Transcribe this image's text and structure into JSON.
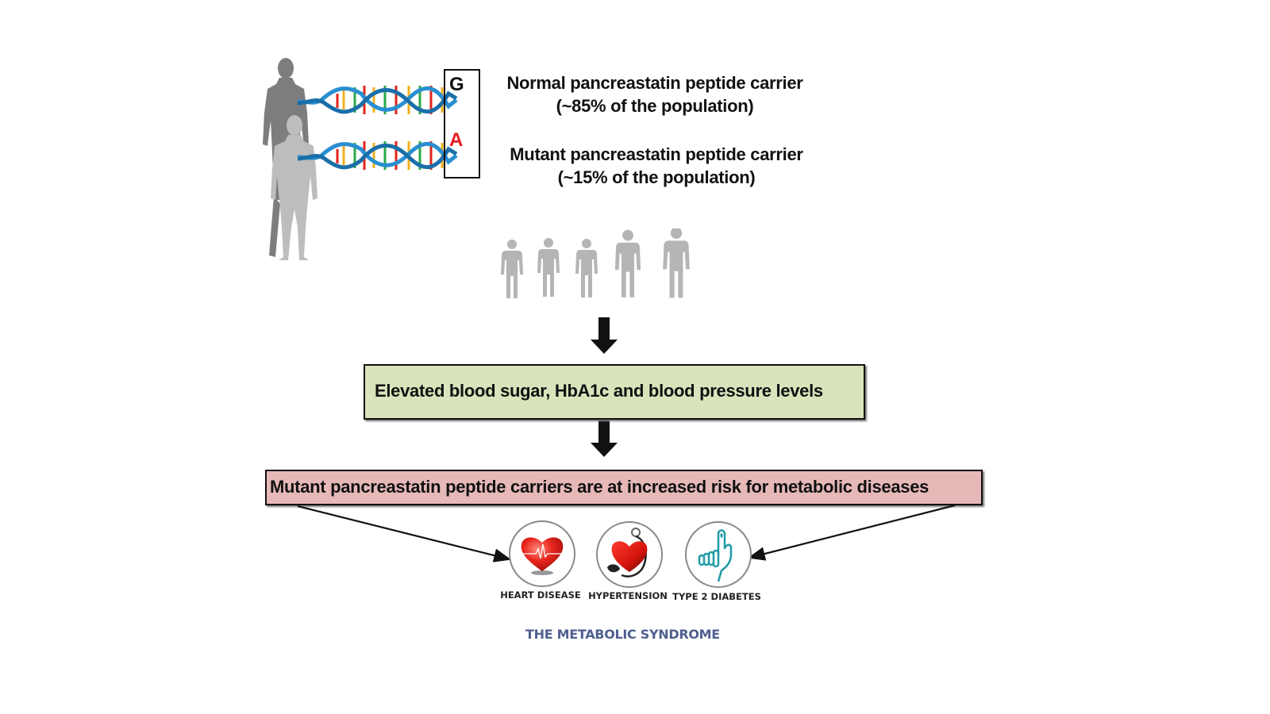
{
  "genotype": {
    "normal_allele": "G",
    "mutant_allele": "A",
    "normal_allele_color": "#111111",
    "mutant_allele_color": "#e8191f"
  },
  "carriers": [
    {
      "line1": "Normal pancreastatin peptide carrier",
      "line2": "(~85% of the population)",
      "share_percent": 85
    },
    {
      "line1": "Mutant pancreastatin peptide carrier",
      "line2": "(~15% of the population)",
      "share_percent": 15
    }
  ],
  "population_icon_count": 5,
  "effect_box": {
    "text": "Elevated blood sugar, HbA1c and blood pressure levels",
    "fill_color": "#d8e4bc"
  },
  "risk_box": {
    "text": "Mutant pancreastatin peptide carriers are at increased risk for metabolic diseases",
    "fill_color": "#e6b9b8"
  },
  "diseases": [
    {
      "label": "HEART DISEASE",
      "icon": "heart-ecg-icon"
    },
    {
      "label": "HYPERTENSION",
      "icon": "heart-blood-pressure-icon"
    },
    {
      "label": "TYPE 2 DIABETES",
      "icon": "finger-prick-icon"
    }
  ],
  "syndrome_label": "THE METABOLIC SYNDROME",
  "colors": {
    "dna_backbone": "#2a8fd0",
    "syndrome_text": "#4f5f8f",
    "diabetes_icon": "#1f9ba8",
    "person_dark": "#7d7d7d",
    "person_light": "#b8b8b8",
    "population_person": "#b5b5b5"
  }
}
